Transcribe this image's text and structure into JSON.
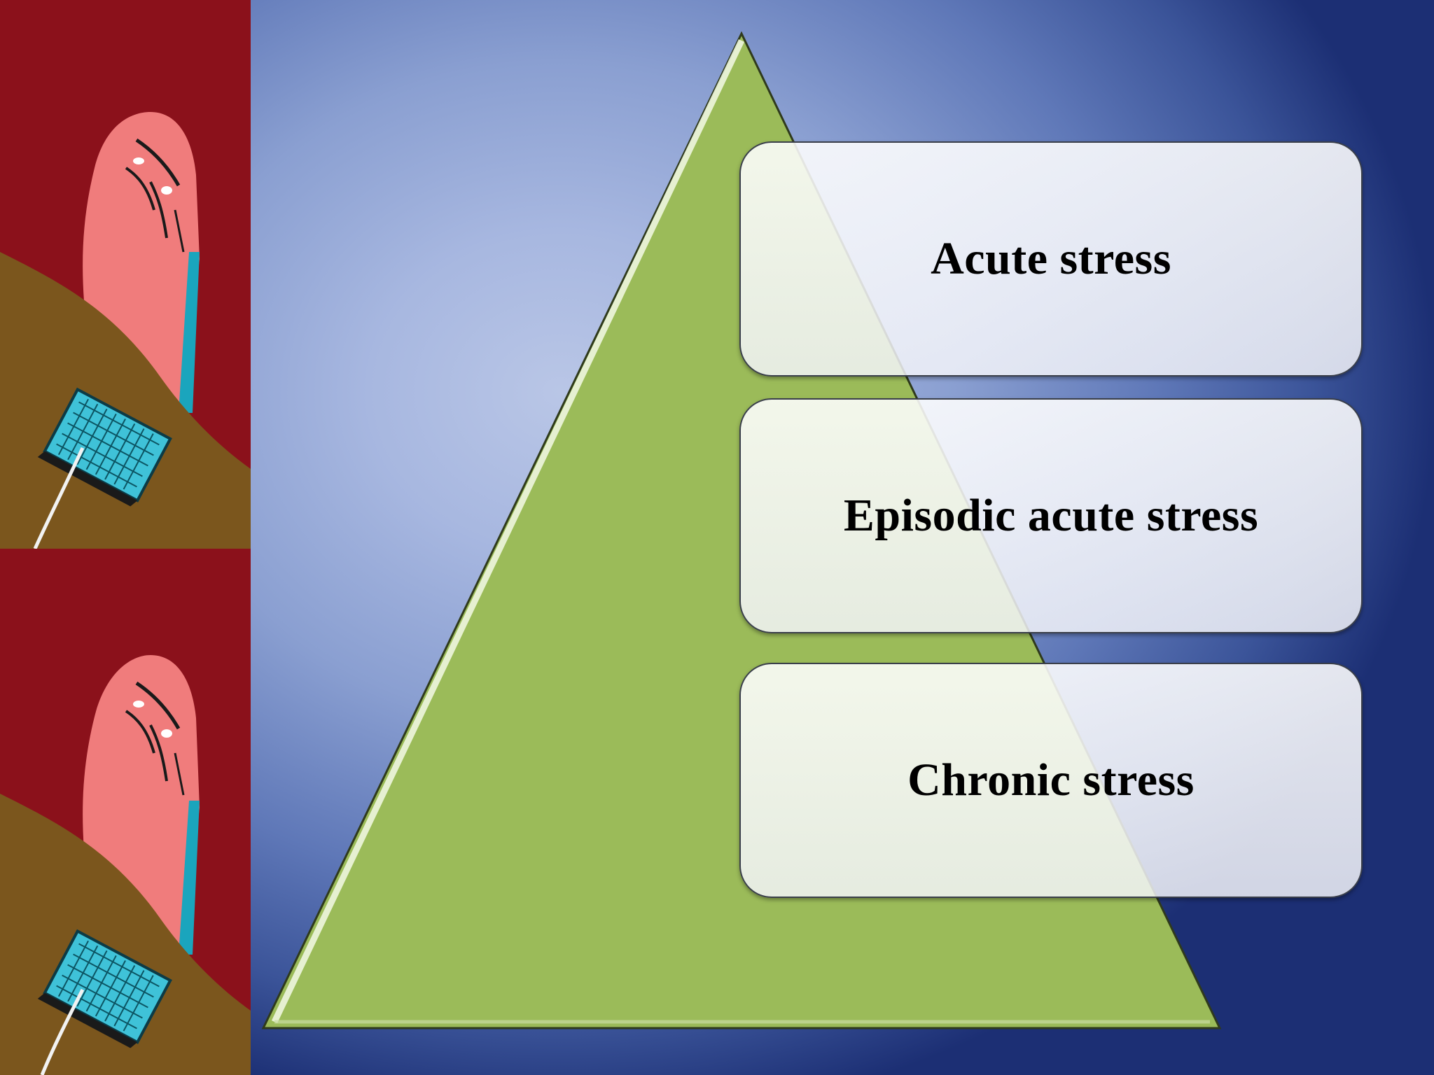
{
  "diagram": {
    "type": "pyramid",
    "levels": [
      {
        "label": "Acute stress"
      },
      {
        "label": "Episodic acute stress"
      },
      {
        "label": "Chronic stress"
      }
    ]
  },
  "colors": {
    "pyramid_fill": "#9bbb59",
    "background_center": "#b9c6e6",
    "background_edge": "#1c2f74",
    "art_background": "#8b111b",
    "art_ground": "#7b561d",
    "art_figure": "#f07c7c",
    "art_keyboard": "#3fc2d8"
  },
  "icons": {
    "illustration": "stressed-figure-at-keyboard"
  }
}
